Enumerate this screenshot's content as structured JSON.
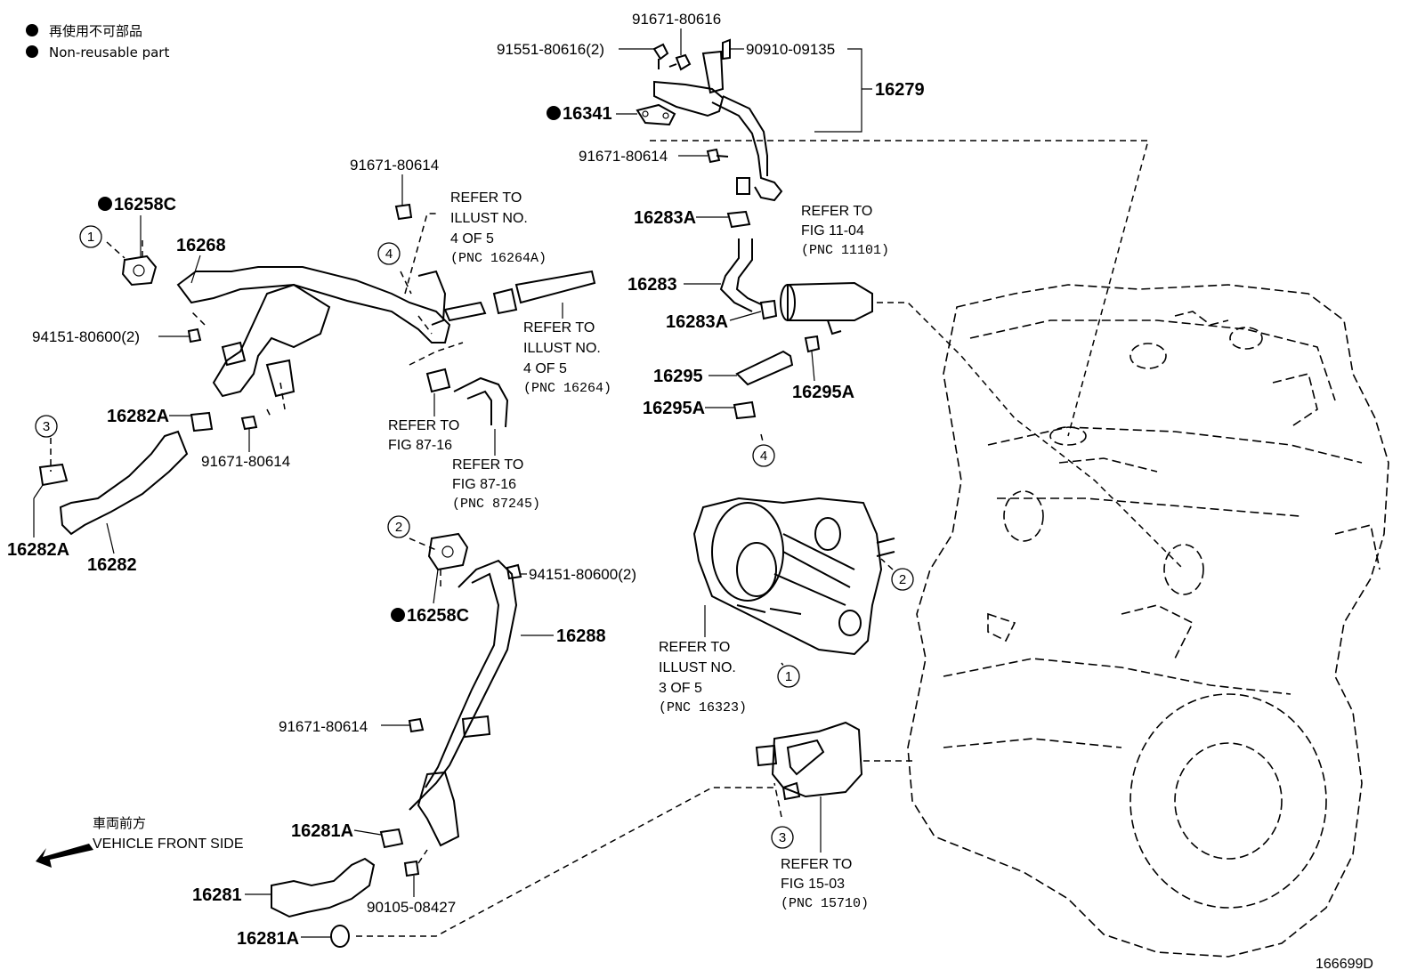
{
  "legend": {
    "jp": "再使用不可部品",
    "en": "Non-reusable part"
  },
  "direction": {
    "jp": "車両前方",
    "en": "VEHICLE FRONT SIDE"
  },
  "diagram_id": "166699D",
  "parts": {
    "p91671_80616": "91671-80616",
    "p91551_80616": "91551-80616(2)",
    "p90910_09135": "90910-09135",
    "p16279": "16279",
    "p16341": "16341",
    "p91671_80614_top": "91671-80614",
    "p16283A_top": "16283A",
    "p16283": "16283",
    "p16283A_bot": "16283A",
    "p16295": "16295",
    "p16295A_right": "16295A",
    "p16295A_left": "16295A",
    "p91671_80614_mid": "91671-80614",
    "p16258C_top": "16258C",
    "p16268": "16268",
    "p94151_80600_left": "94151-80600(2)",
    "p16282A_top": "16282A",
    "p91671_80614_left": "91671-80614",
    "p16282A_bot": "16282A",
    "p16282": "16282",
    "p94151_80600_mid": "94151-80600(2)",
    "p16258C_mid": "16258C",
    "p16288": "16288",
    "p91671_80614_low": "91671-80614",
    "p16281A_top": "16281A",
    "p16281": "16281",
    "p90105_08427": "90105-08427",
    "p16281A_bot": "16281A"
  },
  "refs": {
    "r1": [
      "REFER TO",
      "ILLUST NO.",
      "4 OF 5",
      "(PNC 16264A)"
    ],
    "r2": [
      "REFER TO",
      "ILLUST NO.",
      "4 OF 5",
      "(PNC 16264)"
    ],
    "r3": [
      "REFER TO",
      "FIG 87-16"
    ],
    "r4": [
      "REFER TO",
      "FIG 87-16",
      "(PNC 87245)"
    ],
    "r5": [
      "REFER TO",
      "FIG 11-04",
      "(PNC 11101)"
    ],
    "r6": [
      "REFER TO",
      "ILLUST NO.",
      "3 OF 5",
      "(PNC 16323)"
    ],
    "r7": [
      "REFER TO",
      "FIG 15-03",
      "(PNC 15710)"
    ]
  },
  "callouts": {
    "c1a": "1",
    "c1b": "1",
    "c2a": "2",
    "c2b": "2",
    "c3a": "3",
    "c3b": "3",
    "c4a": "4",
    "c4b": "4"
  }
}
